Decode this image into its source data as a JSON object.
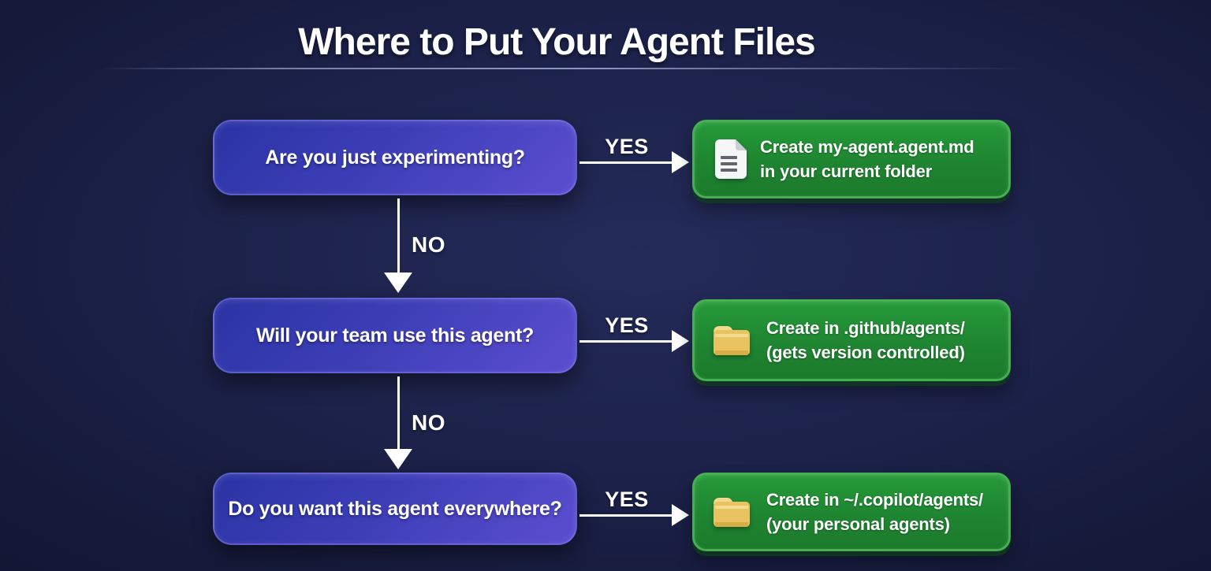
{
  "title": "Where to Put Your Agent Files",
  "flowchart": {
    "rows": [
      {
        "question": "Are you just experimenting?",
        "yes_label": "YES",
        "no_label": "NO",
        "icon": "document-icon",
        "result_line1": "Create my-agent.agent.md",
        "result_line2": "in your current folder"
      },
      {
        "question": "Will your team use this agent?",
        "yes_label": "YES",
        "no_label": "NO",
        "icon": "folder-icon",
        "result_line1": "Create in .github/agents/",
        "result_line2": "(gets version controlled)"
      },
      {
        "question": "Do you want this agent everywhere?",
        "yes_label": "YES",
        "icon": "folder-icon",
        "result_line1": "Create in ~/.copilot/agents/",
        "result_line2": "(your personal agents)"
      }
    ]
  },
  "colors": {
    "background": "#1b2148",
    "question_box_gradient_start": "#2a34a4",
    "question_box_gradient_end": "#5b4ed0",
    "result_box_fill": "#1f8531",
    "result_box_border": "#46af52",
    "arrow": "#ffffff",
    "title_text": "#ffffff",
    "folder_icon": "#e8c35f",
    "document_icon": "#f4f6f8"
  }
}
